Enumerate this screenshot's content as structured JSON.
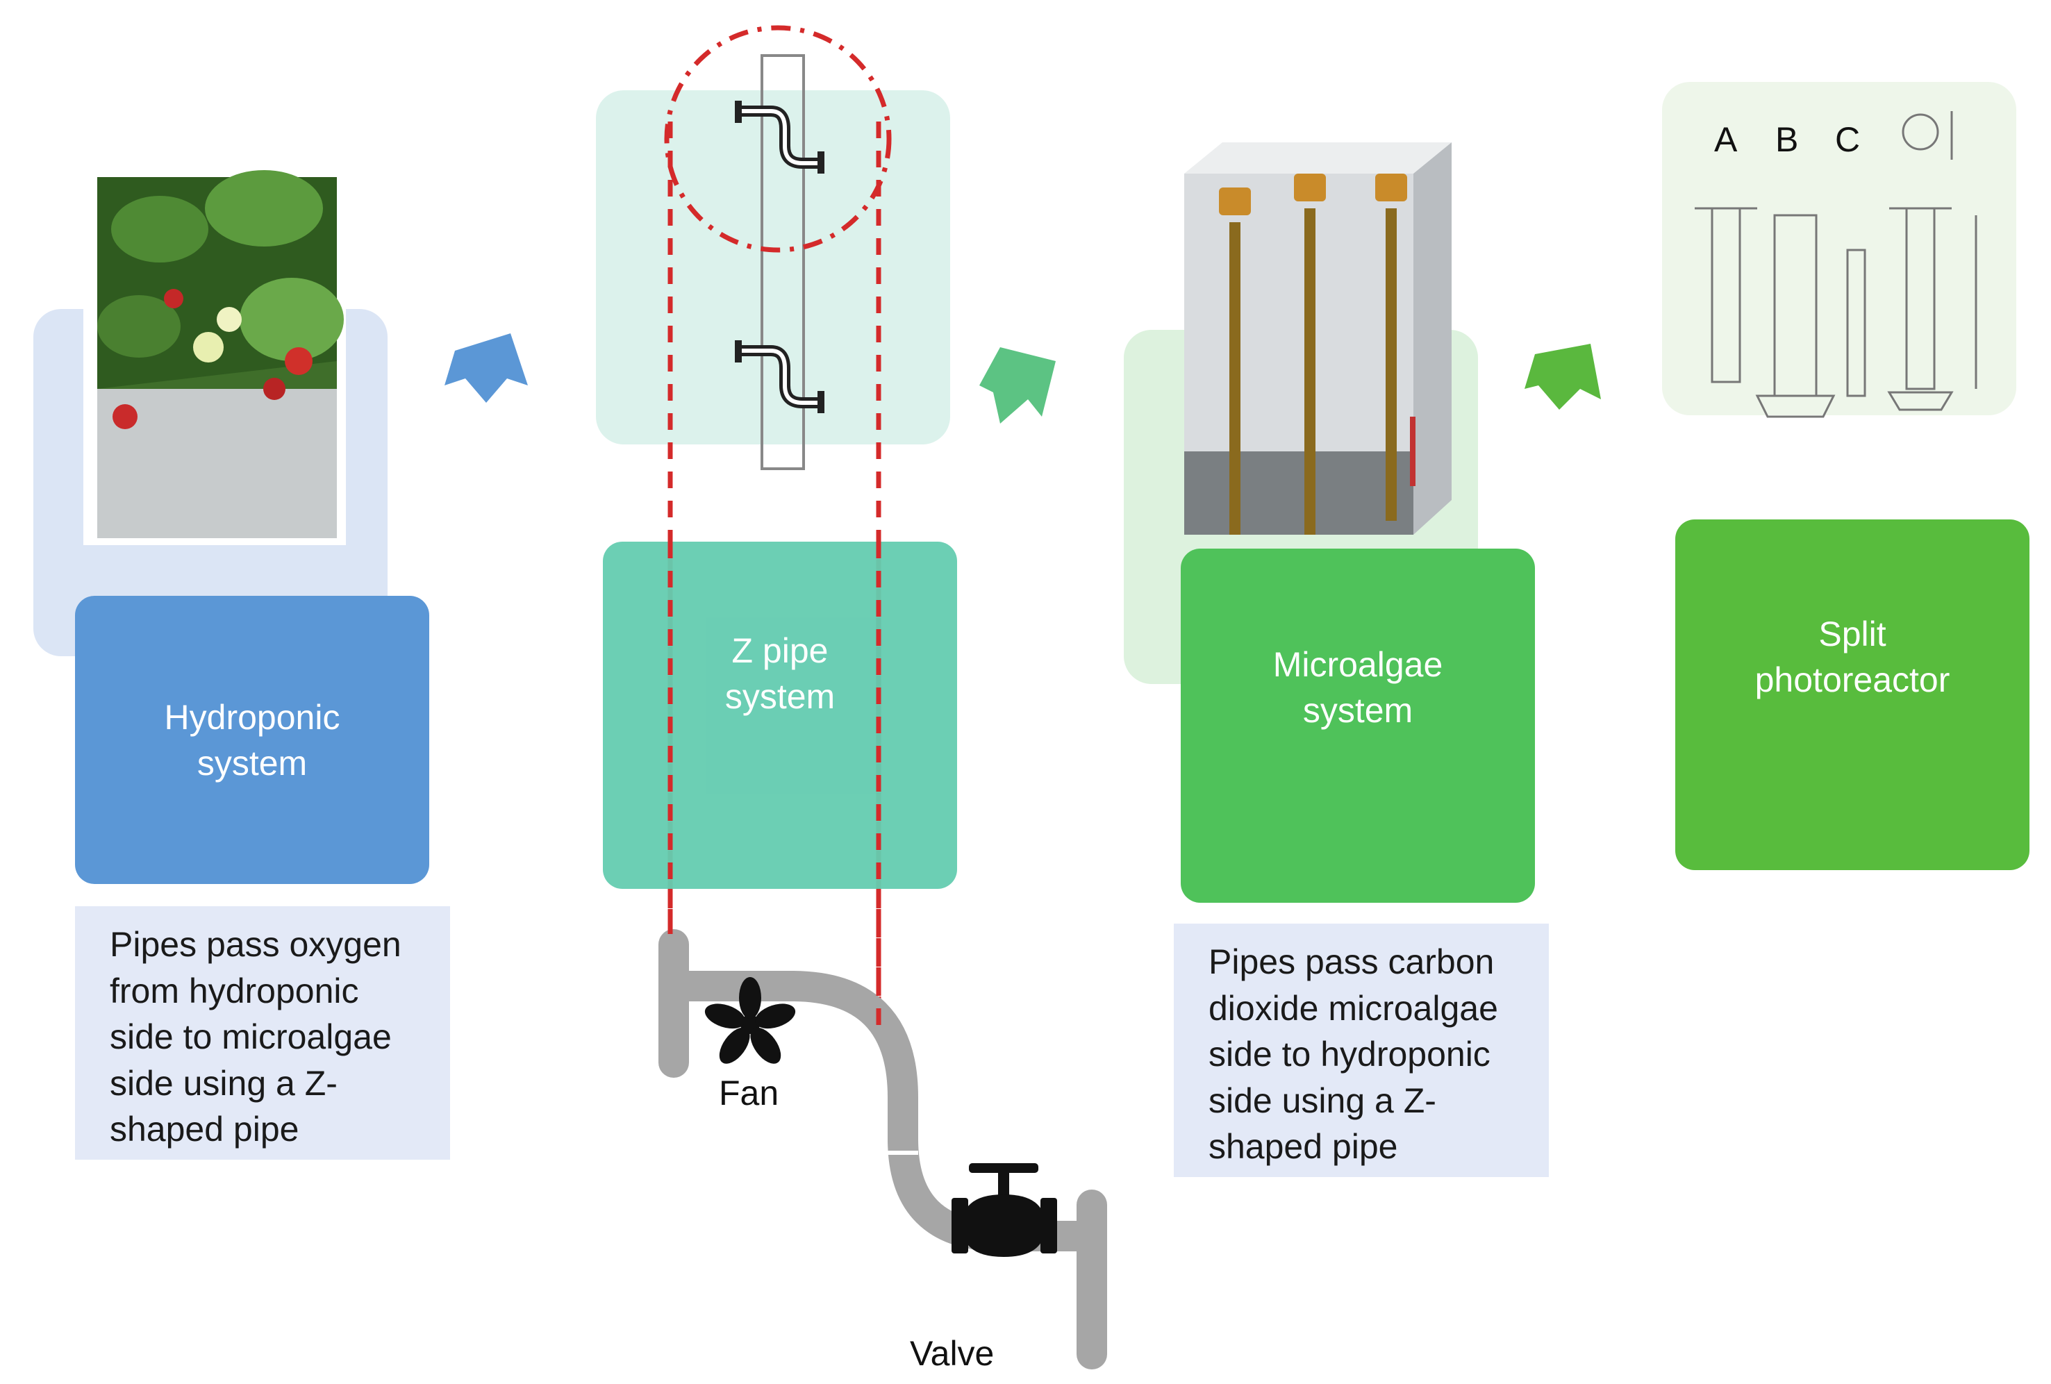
{
  "steps": [
    {
      "id": "hydroponic",
      "label": "Hydroponic\nsystem",
      "color": "#5b97d6"
    },
    {
      "id": "zpipe",
      "label": "Z pipe\nsystem",
      "color": "#64ccb0"
    },
    {
      "id": "microalgae",
      "label": "Microalgae\nsystem",
      "color": "#4fc25a"
    },
    {
      "id": "split",
      "label": "Split\nphotoreactor",
      "color": "#58bc3d"
    }
  ],
  "notes": {
    "hydroponic": "Pipes pass oxygen\nfrom hydroponic\nside to microalgae\nside using a Z-\nshaped pipe",
    "microalgae": "Pipes pass carbon\ndioxide microalgae\nside to hydroponic\nside using a Z-\nshaped pipe"
  },
  "pipe_labels": {
    "fan": "Fan",
    "valve": "Valve"
  },
  "photoreactor_labels": [
    "A",
    "B",
    "C"
  ],
  "colors": {
    "arrow1": "#5b97d6",
    "arrow2": "#5cc383",
    "arrow3": "#5ab83e",
    "dashed": "#d42a2a",
    "pipe": "#a6a6a6"
  }
}
